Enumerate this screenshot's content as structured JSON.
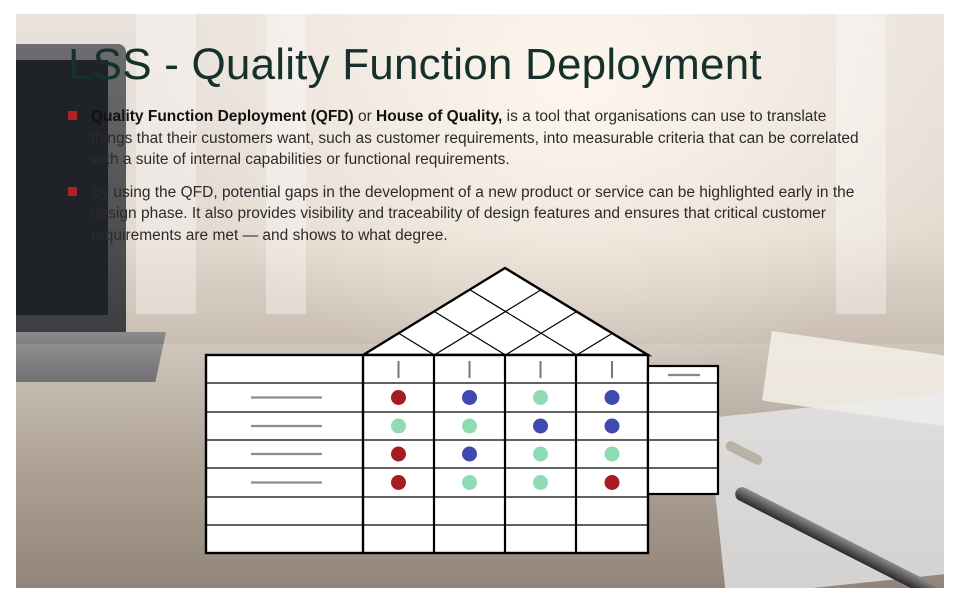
{
  "title": "LSS - Quality Function Deployment",
  "bullets": [
    {
      "bold1": "Quality Function Deployment (QFD)",
      "text1": " or ",
      "bold2": "House of Quality,",
      "text2": " is a tool that organisations can use to translate things that their customers want, such as customer requirements, into measurable criteria that can be correlated with a suite of internal capabilities or functional requirements."
    },
    {
      "text": "By using the QFD, potential gaps in the development of a new product or service can be highlighted early in the design phase. It also provides visibility and traceability of design features and ensures that critical customer requirements are met — and shows to what degree."
    }
  ],
  "colors": {
    "dark_red": "#a51c22",
    "blue": "#3f4ab0",
    "mint": "#8fdcb4",
    "bullet_marker": "#b22222",
    "title": "#16302b"
  },
  "house_of_quality": {
    "rows": [
      [
        "dark_red",
        "blue",
        "mint",
        "blue"
      ],
      [
        "mint",
        "mint",
        "blue",
        "blue"
      ],
      [
        "dark_red",
        "blue",
        "mint",
        "mint"
      ],
      [
        "dark_red",
        "mint",
        "mint",
        "dark_red"
      ]
    ]
  }
}
